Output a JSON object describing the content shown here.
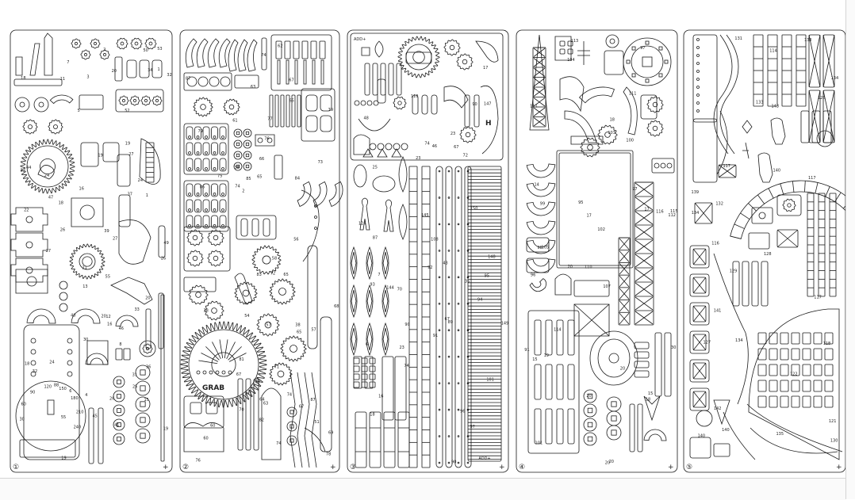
{
  "sheets": [
    {
      "number": "①"
    },
    {
      "number": "②"
    },
    {
      "number": "③"
    },
    {
      "number": "④"
    },
    {
      "number": "⑤"
    }
  ],
  "labels": {
    "add_plus": "ADD+",
    "grab": "GRAB",
    "h": "H"
  },
  "part_numbers": {
    "s1": [
      "41",
      "11",
      "24",
      "24",
      "24",
      "26",
      "26",
      "26",
      "13",
      "88",
      "32",
      "32",
      "21",
      "12",
      "37",
      "50",
      "22",
      "34",
      "33",
      "1",
      "31",
      "16",
      "55",
      "25",
      "27",
      "27",
      "27",
      "47",
      "45",
      "5",
      "8",
      "53",
      "52",
      "6",
      "7",
      "4",
      "2",
      "44",
      "49",
      "46",
      "3",
      "39",
      "32",
      "36",
      "20",
      "20",
      "20",
      "30",
      "55",
      "1",
      "40",
      "19",
      "18",
      "19",
      "18",
      "19",
      "15",
      "16",
      "19",
      "18"
    ],
    "s2": [
      "60",
      "57",
      "58",
      "57",
      "63",
      "62",
      "87",
      "67",
      "67",
      "67",
      "78",
      "74",
      "74",
      "74",
      "74",
      "38",
      "38",
      "38",
      "83",
      "79",
      "87",
      "60",
      "82",
      "65",
      "65",
      "65",
      "85",
      "76",
      "73",
      "71",
      "51",
      "54",
      "77",
      "76",
      "72",
      "74",
      "64",
      "84",
      "86",
      "80",
      "75",
      "81",
      "61",
      "70",
      "56",
      "2",
      "66",
      "63",
      "68",
      "69",
      "79",
      "65"
    ],
    "s3": [
      "ADD+",
      "7",
      "67",
      "48",
      "101",
      "25",
      "16",
      "70",
      "72",
      "74",
      "67",
      "97",
      "74",
      "110",
      "43",
      "6",
      "35",
      "108",
      "124",
      "18",
      "17",
      "46",
      "150",
      "149",
      "148",
      "87",
      "144",
      "92",
      "145",
      "147",
      "89",
      "93",
      "23",
      "23",
      "23",
      "94",
      "95",
      "96",
      "90",
      "90",
      "90",
      "91"
    ],
    "s4": [
      "113",
      "111",
      "112",
      "110",
      "107",
      "105",
      "111",
      "100",
      "96",
      "103",
      "102",
      "101",
      "104",
      "20",
      "20",
      "20",
      "20",
      "97",
      "97",
      "114",
      "99",
      "98",
      "115",
      "116",
      "91",
      "14",
      "17",
      "17",
      "15",
      "15",
      "18",
      "18",
      "19",
      "95",
      "20",
      "30"
    ],
    "s5": [
      "118",
      "126",
      "117",
      "117",
      "117",
      "134",
      "127",
      "128",
      "129",
      "139",
      "131",
      "133",
      "121",
      "143",
      "142",
      "141",
      "140",
      "138",
      "140",
      "122",
      "135",
      "134",
      "140",
      "130",
      "116",
      "114",
      "132",
      "134"
    ]
  }
}
